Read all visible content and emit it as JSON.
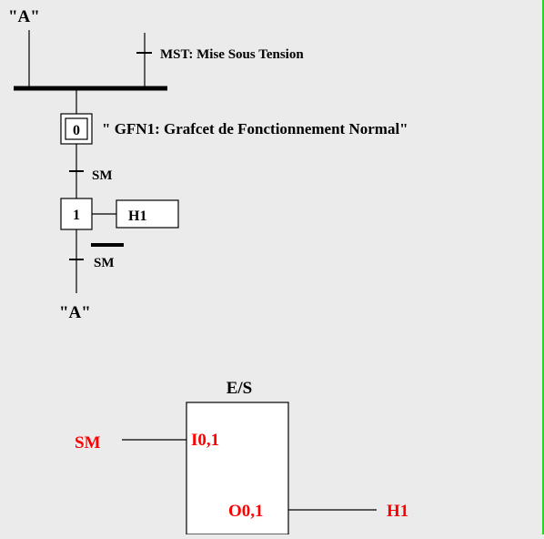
{
  "grafcet": {
    "top_connector": "\"A\"",
    "bottom_connector": "\"A\"",
    "mst_label": "MST: Mise Sous Tension",
    "step0": {
      "number": "0",
      "comment": "\" GFN1: Grafcet de Fonctionnement Normal\""
    },
    "transition1": {
      "condition": "SM"
    },
    "step1": {
      "number": "1",
      "action": "H1"
    },
    "transition2": {
      "condition": "SM"
    }
  },
  "io_block": {
    "title": "E/S",
    "input_label": "I0,1",
    "input_signal": "SM",
    "output_label": "O0,1",
    "output_signal": "H1"
  },
  "colors": {
    "background": "#ebebeb",
    "signal": "#ff0000",
    "line": "#000000",
    "frame": "#2fd12f"
  }
}
